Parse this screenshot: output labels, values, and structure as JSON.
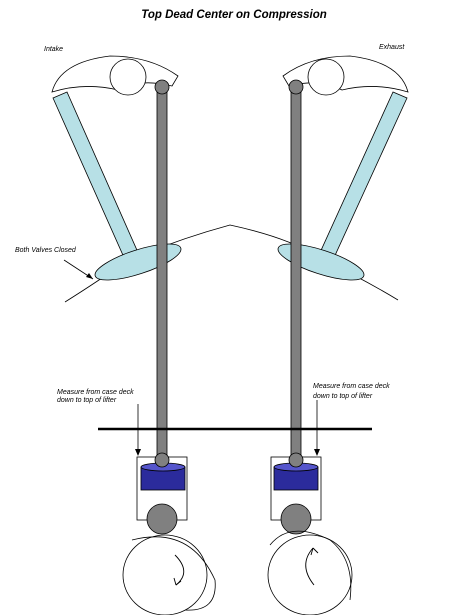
{
  "title": "Top Dead Center on Compression",
  "labels": {
    "intake": "Intake",
    "exhaust": "Exhaust",
    "both_valves_closed": "Both Valves Closed",
    "measure_left_line1": "Measure from case deck",
    "measure_left_line2": "down to top of lifter",
    "measure_right_line1": "Measure from case deck",
    "measure_right_line2": "down to top of lifter"
  },
  "colors": {
    "pushrod": "#808080",
    "valve_stem": "#b7e0e6",
    "lifter": "#2b2b9c",
    "lifter_top": "#5555cc",
    "roller": "#808080",
    "outline": "#000000"
  }
}
